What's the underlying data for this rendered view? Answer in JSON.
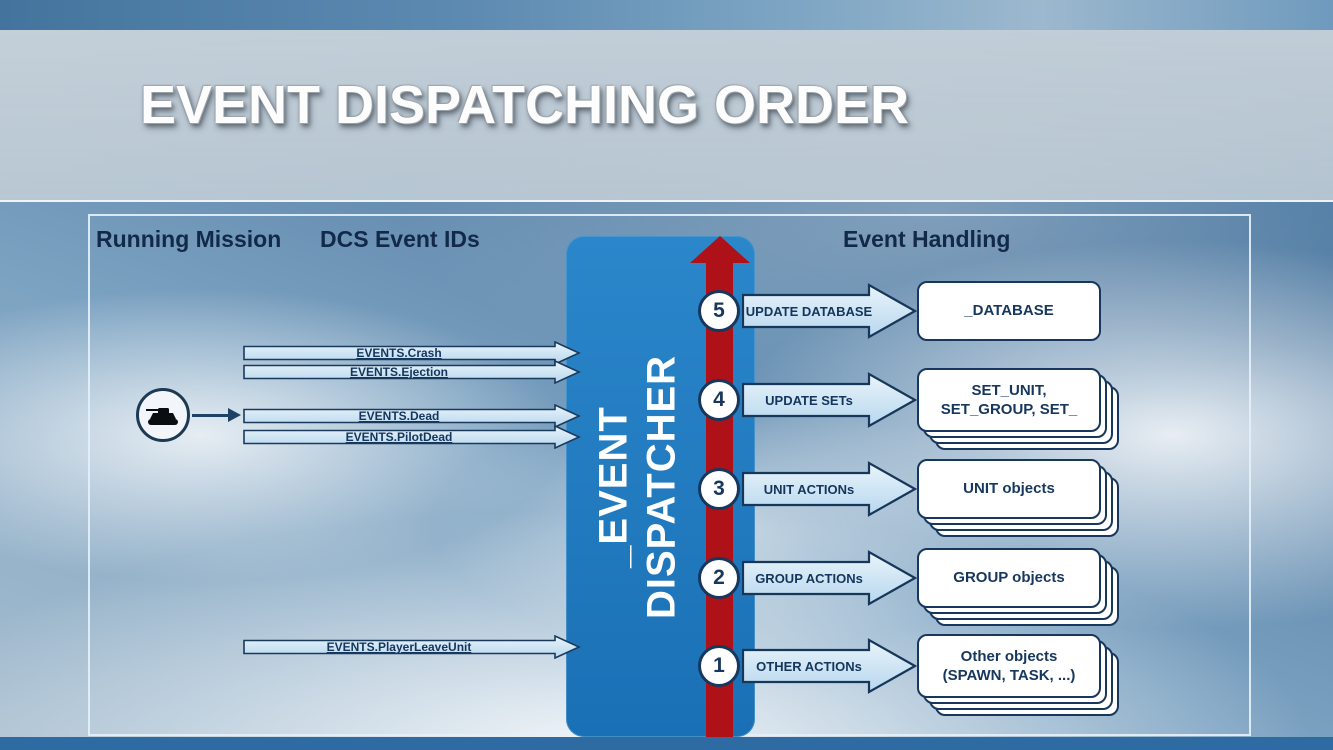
{
  "title": "EVENT DISPATCHING ORDER",
  "headers": {
    "running_mission": "Running Mission",
    "dcs_event_ids": "DCS Event IDs",
    "event_handling": "Event Handling"
  },
  "dispatcher": {
    "line1": "_EVENT",
    "line2": "DISPATCHER"
  },
  "source": {
    "icon": "tank-icon"
  },
  "left_events": [
    {
      "label": "EVENTS.Crash"
    },
    {
      "label": "EVENTS.Ejection"
    },
    {
      "label": "EVENTS.Dead"
    },
    {
      "label": "EVENTS.PilotDead"
    },
    {
      "label": "EVENTS.PlayerLeaveUnit"
    }
  ],
  "handling_rows": [
    {
      "number": "5",
      "action": "UPDATE DATABASE",
      "target_line1": "_DATABASE",
      "target_line2": "",
      "stacked": false
    },
    {
      "number": "4",
      "action": "UPDATE SETs",
      "target_line1": "SET_UNIT,",
      "target_line2": "SET_GROUP, SET_",
      "stacked": true
    },
    {
      "number": "3",
      "action": "UNIT ACTIONs",
      "target_line1": "UNIT objects",
      "target_line2": "",
      "stacked": true
    },
    {
      "number": "2",
      "action": "GROUP ACTIONs",
      "target_line1": "GROUP objects",
      "target_line2": "",
      "stacked": true
    },
    {
      "number": "1",
      "action": "OTHER ACTIONs",
      "target_line1": "Other objects",
      "target_line2": "(SPAWN, TASK, ...)",
      "stacked": true
    }
  ],
  "colors": {
    "dispatcher_blue": "#1b75bc",
    "arrow_red": "#ae1117",
    "event_arrow_fill": "#cfe4f5",
    "outline_navy": "#17375d",
    "box_fill": "#ffffff",
    "bottom_bar_blue": "#2d6ba2"
  }
}
